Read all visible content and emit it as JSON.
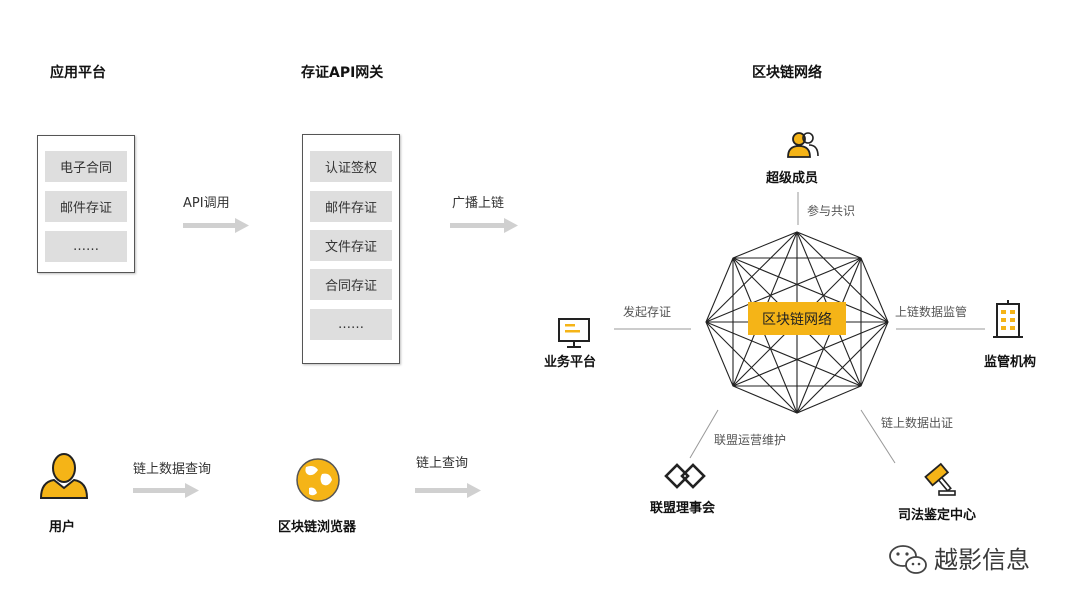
{
  "headings": {
    "app_platform": "应用平台",
    "gateway": "存证API网关",
    "network": "区块链网络"
  },
  "app_platform_items": [
    "电子合同",
    "邮件存证",
    "……"
  ],
  "gateway_items": [
    "认证签权",
    "邮件存证",
    "文件存证",
    "合同存证",
    "……"
  ],
  "arrows": {
    "api_call": "API调用",
    "broadcast": "广播上链",
    "chain_query": "链上数据查询",
    "onchain_query": "链上查询"
  },
  "bottom_nodes": {
    "user": "用户",
    "explorer": "区块链浏览器"
  },
  "network": {
    "center": "区块链网络",
    "super_member": "超级成员",
    "consensus": "参与共识",
    "business_platform": "业务平台",
    "initiate": "发起存证",
    "regulator": "监管机构",
    "supervision": "上链数据监管",
    "council": "联盟理事会",
    "maintenance": "联盟运营维护",
    "judicial": "司法鉴定中心",
    "evidence": "链上数据出证"
  },
  "watermark": "越影信息",
  "colors": {
    "accent": "#f5b417",
    "arrow": "#d0d0d0",
    "panel_item": "#dedede"
  },
  "icons": [
    "user-group-icon",
    "monitor-icon",
    "building-icon",
    "link-icon",
    "gavel-icon",
    "person-icon",
    "globe-icon",
    "wechat-icon"
  ]
}
